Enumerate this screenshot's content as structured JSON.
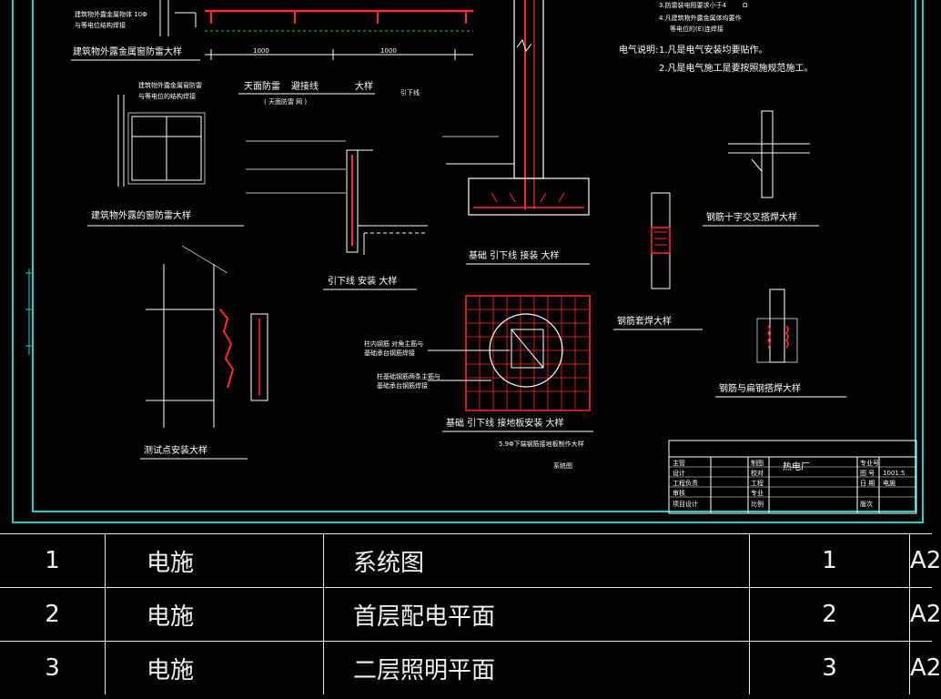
{
  "drawing": {
    "labels": {
      "roof_edge_detail": "建筑物外露金属窗防雷大样",
      "roof_lightning_title": "天面防雷",
      "roof_lightning_mid": "避接线",
      "roof_lightning_end": "大样",
      "roof_lightning_sub": "( 天面防雷  网 )",
      "window_detail": "建筑物外露的窗防雷大样",
      "downlead_install": "引下线    安装  大样",
      "foundation_downlead": "基础  引下线     接装   大样",
      "test_point": "测试点安装大样",
      "ground_plate": "基础  引下线    接地板安装      大样",
      "rebar_cross": "钢筋十字交叉搭焊大样",
      "rebar_sleeve": "钢筋套焊大样",
      "rebar_flat": "钢筋与扁钢搭焊大样",
      "elec_notes_head": "电气说明:",
      "elec_note_1": "1.凡是电气安装均要贴作。",
      "elec_note_2": "2.凡是电气施工是要按照施规范施工。",
      "note_3": "3.防雷装电阻要求小于4",
      "note_3_unit": "Ω",
      "note_4a": "4.凡建筑物外露金属体均要作",
      "note_4b": "等电位的(E)连焊接",
      "small_note_a": "建筑物外露金属物体 10Φ",
      "small_note_b": "与等电位结构焊接",
      "small_note_c": "建筑物外露金属窗防雷",
      "small_note_d": "与等电位的结构焊接",
      "downlead_label": "引下线",
      "ground_note_a": "柱内钢筋   对角主筋与",
      "ground_note_b": "基础承台钢筋焊接",
      "ground_note_c": "柱基础钢筋两条主筋与",
      "ground_note_d": "基础承台钢筋焊接",
      "sheet_caption": "5.9Φ下端钢筋接地板制作大样",
      "sheet_name": "系统图",
      "dim_left": "1000",
      "dim_right": "1000"
    },
    "title_block": {
      "project": "热电厂",
      "rows_left": [
        "主管",
        "设计",
        "工程负责",
        "审核",
        "项目设计"
      ],
      "rows_mid": [
        "制图",
        "校对",
        "工程",
        "专业",
        "比例"
      ],
      "right_labels": [
        "专业号",
        "图 号",
        "日 期",
        "版次"
      ],
      "right_values": [
        "",
        "1001.5",
        "电施",
        ""
      ]
    }
  },
  "list": {
    "rows": [
      {
        "no": "1",
        "category": "电施",
        "name": "系统图",
        "index": "1",
        "size": "A2"
      },
      {
        "no": "2",
        "category": "电施",
        "name": "首层配电平面",
        "index": "2",
        "size": "A2"
      },
      {
        "no": "3",
        "category": "电施",
        "name": "二层照明平面",
        "index": "3",
        "size": "A2"
      }
    ]
  },
  "colors": {
    "frame": "#1fd0c8",
    "red": "#ff2a2a",
    "white": "#ffffff",
    "green": "#2bd42b"
  }
}
